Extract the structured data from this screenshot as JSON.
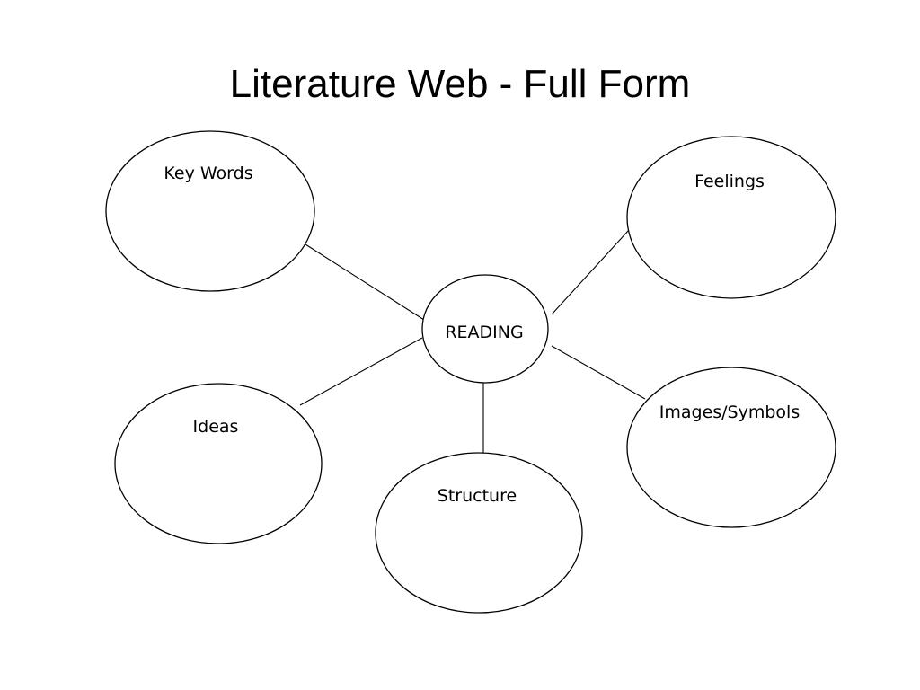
{
  "slide": {
    "title": "Literature Web - Full Form"
  },
  "web": {
    "center": "READING",
    "nodes": {
      "key_words": "Key Words",
      "feelings": "Feelings",
      "ideas": "Ideas",
      "structure": "Structure",
      "images_symbols": "Images/Symbols"
    }
  }
}
